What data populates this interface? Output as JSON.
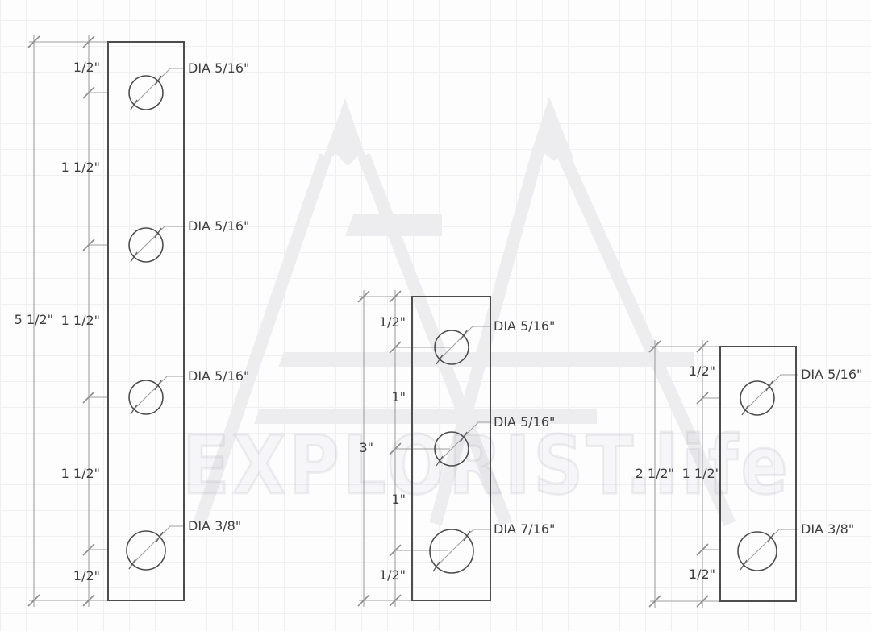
{
  "watermark": {
    "wordmark": "EXPLORIST.life",
    "logo": "twin-mountain-peaks-logo"
  },
  "colors": {
    "background": "#fdfdfe",
    "grid_line": "#f0f0f4",
    "part_outline": "#4d4d4d",
    "dimension_line": "#a0a0a0",
    "tick_mark": "#8f8f8f",
    "label_text": "#3f3f3f",
    "watermark_gray": "#ededf0"
  },
  "bars": [
    {
      "id": "left-busbar",
      "overall_length": "5 1/2\"",
      "segments": [
        "1/2\"",
        "1 1/2\"",
        "1 1/2\"",
        "1 1/2\"",
        "1/2\""
      ],
      "holes": [
        "DIA 5/16\"",
        "DIA 5/16\"",
        "DIA 5/16\"",
        "DIA 3/8\""
      ]
    },
    {
      "id": "middle-busbar",
      "overall_length": "3\"",
      "segments": [
        "1/2\"",
        "1\"",
        "1\"",
        "1/2\""
      ],
      "holes": [
        "DIA 5/16\"",
        "DIA 5/16\"",
        "DIA 7/16\""
      ]
    },
    {
      "id": "right-busbar",
      "overall_length": "2 1/2\"",
      "segments": [
        "1/2\"",
        "1 1/2\"",
        "1/2\""
      ],
      "holes": [
        "DIA 5/16\"",
        "DIA 3/8\""
      ]
    }
  ]
}
